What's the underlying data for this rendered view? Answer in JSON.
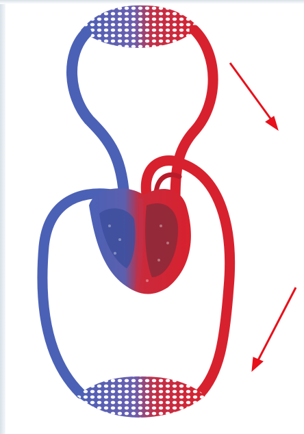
{
  "diagram": {
    "subject": "heart-and-double-circulation",
    "colors": {
      "oxygenated": "#d8212e",
      "deoxygenated": "#4b61b6",
      "pointer_arrow": "#e8101a",
      "heart_dark": "#8a2a3a",
      "capillary_fill": "#ffffff"
    },
    "pointer_arrows": [
      {
        "id": "upper-arrow",
        "direction": "down-right"
      },
      {
        "id": "lower-arrow",
        "direction": "down-left"
      }
    ],
    "labels": []
  }
}
